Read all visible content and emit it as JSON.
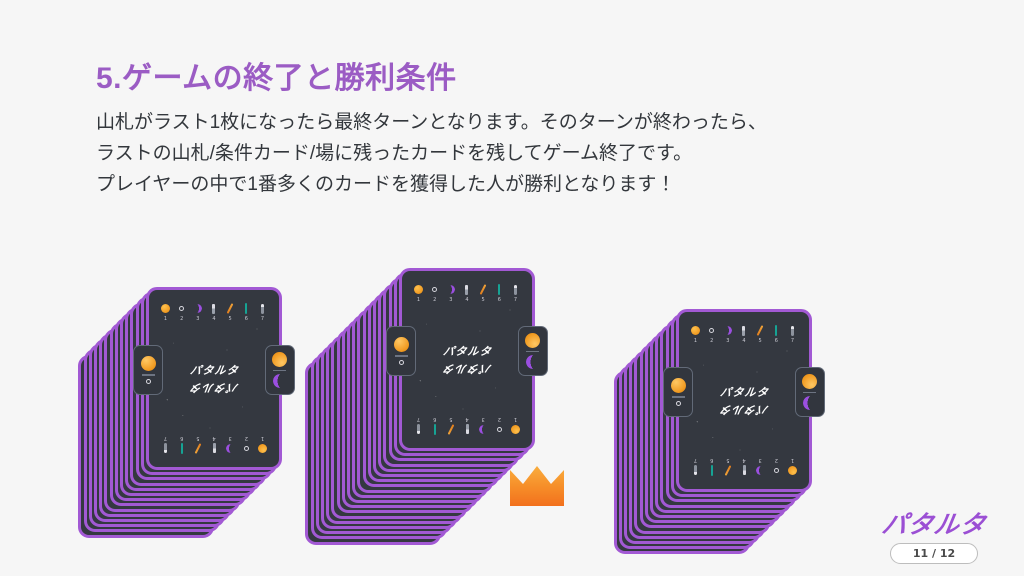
{
  "slide": {
    "title": "5.ゲームの終了と勝利条件",
    "title_color": "#9b5cc4",
    "background_color": "#f6f6f6",
    "body_lines": [
      "山札がラスト1枚になったら最終ターンとなります。そのターンが終わったら、",
      "ラストの山札/条件カード/場に残ったカードを残してゲーム終了です。",
      "プレイヤーの中で1番多くのカードを獲得した人が勝利となります！"
    ]
  },
  "card": {
    "logo_text": "パタルタ",
    "border_color": "#a259d4",
    "face_color": "#343840",
    "accent_orange": "#f09a21",
    "accent_purple": "#9b4fe0",
    "accent_teal": "#16a394",
    "symbol_numbers": [
      "1",
      "2",
      "3",
      "4",
      "5",
      "6",
      "7"
    ],
    "symbols": [
      {
        "num": "1",
        "icon": "sun-icon",
        "shape": "g-sun"
      },
      {
        "num": "2",
        "icon": "ring-icon",
        "shape": "g-ring"
      },
      {
        "num": "3",
        "icon": "moon-icon",
        "shape": "g-moon"
      },
      {
        "num": "4",
        "icon": "tower-icon",
        "shape": "g-tower"
      },
      {
        "num": "5",
        "icon": "slash-icon",
        "shape": "g-slash"
      },
      {
        "num": "6",
        "icon": "bar-icon",
        "shape": "g-bar"
      },
      {
        "num": "7",
        "icon": "pin-icon",
        "shape": "g-pin"
      }
    ],
    "badge_left": {
      "top_icon": "sun-icon",
      "bottom_icon": "ring-icon"
    },
    "badge_right": {
      "top_icon": "moon-icon",
      "bottom_icon": "sun-icon"
    }
  },
  "stacks": [
    {
      "name": "left-card-stack",
      "count": 14,
      "winner": false
    },
    {
      "name": "center-card-stack",
      "count": 19,
      "winner": true
    },
    {
      "name": "right-card-stack",
      "count": 13,
      "winner": false
    }
  ],
  "crown": {
    "icon": "crown-icon",
    "color_top": "#f9a93a",
    "color_bottom": "#f2701d"
  },
  "footer": {
    "brand_name": "パタルタ",
    "brand_color": "#9b4fd4",
    "page_indicator": "11 / 12"
  }
}
